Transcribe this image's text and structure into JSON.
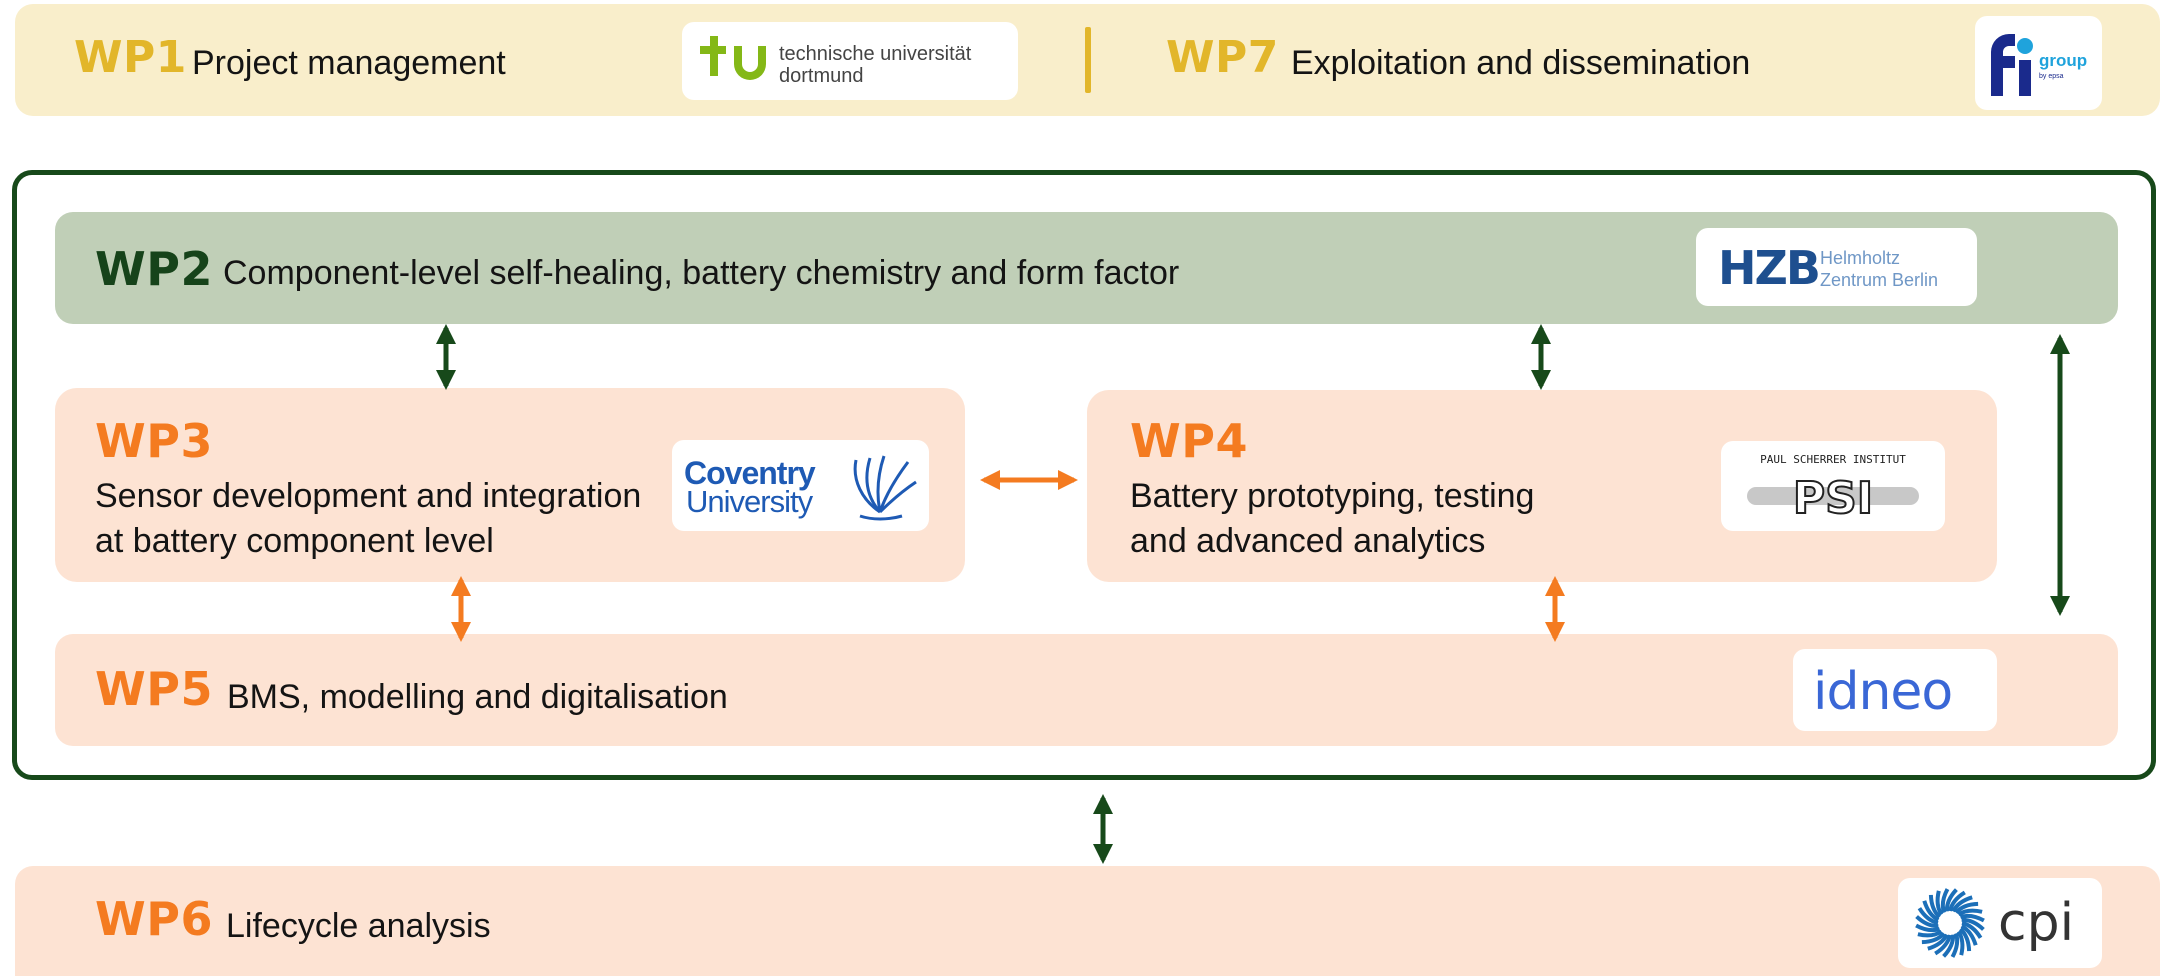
{
  "colors": {
    "wp1_bar": "#f9eecb",
    "wp_gold": "#e2b62a",
    "frame_green": "#17491a",
    "wp2_bg": "#c0cfb7",
    "wp2_code": "#16431a",
    "peach_bg": "#fde3d3",
    "orange": "#f47b20"
  },
  "wp1": {
    "code": "WP1",
    "title": "Project management",
    "logo": {
      "mark": "tu",
      "text_line1": "technische universität",
      "text_line2": "dortmund"
    }
  },
  "wp7": {
    "code": "WP7",
    "title": "Exploitation and dissemination",
    "logo": {
      "mark": "fi",
      "sub": "group",
      "tag": "by epsa"
    }
  },
  "wp2": {
    "code": "WP2",
    "title": "Component-level self-healing, battery chemistry and form factor",
    "logo": {
      "mark": "HZB",
      "line1": "Helmholtz",
      "line2": "Zentrum Berlin"
    }
  },
  "wp3": {
    "code": "WP3",
    "title_line1": "Sensor development and integration",
    "title_line2": "at battery component level",
    "logo": {
      "line1": "Coventry",
      "line2": "University"
    }
  },
  "wp4": {
    "code": "WP4",
    "title_line1": "Battery prototyping, testing",
    "title_line2": "and advanced analytics",
    "logo": {
      "header": "PAUL SCHERRER INSTITUT",
      "mark": "PSI"
    }
  },
  "wp5": {
    "code": "WP5",
    "title": "BMS, modelling and digitalisation",
    "logo": {
      "text": "idneo"
    }
  },
  "wp6": {
    "code": "WP6",
    "title": "Lifecycle analysis",
    "logo": {
      "text": "cpi"
    }
  }
}
